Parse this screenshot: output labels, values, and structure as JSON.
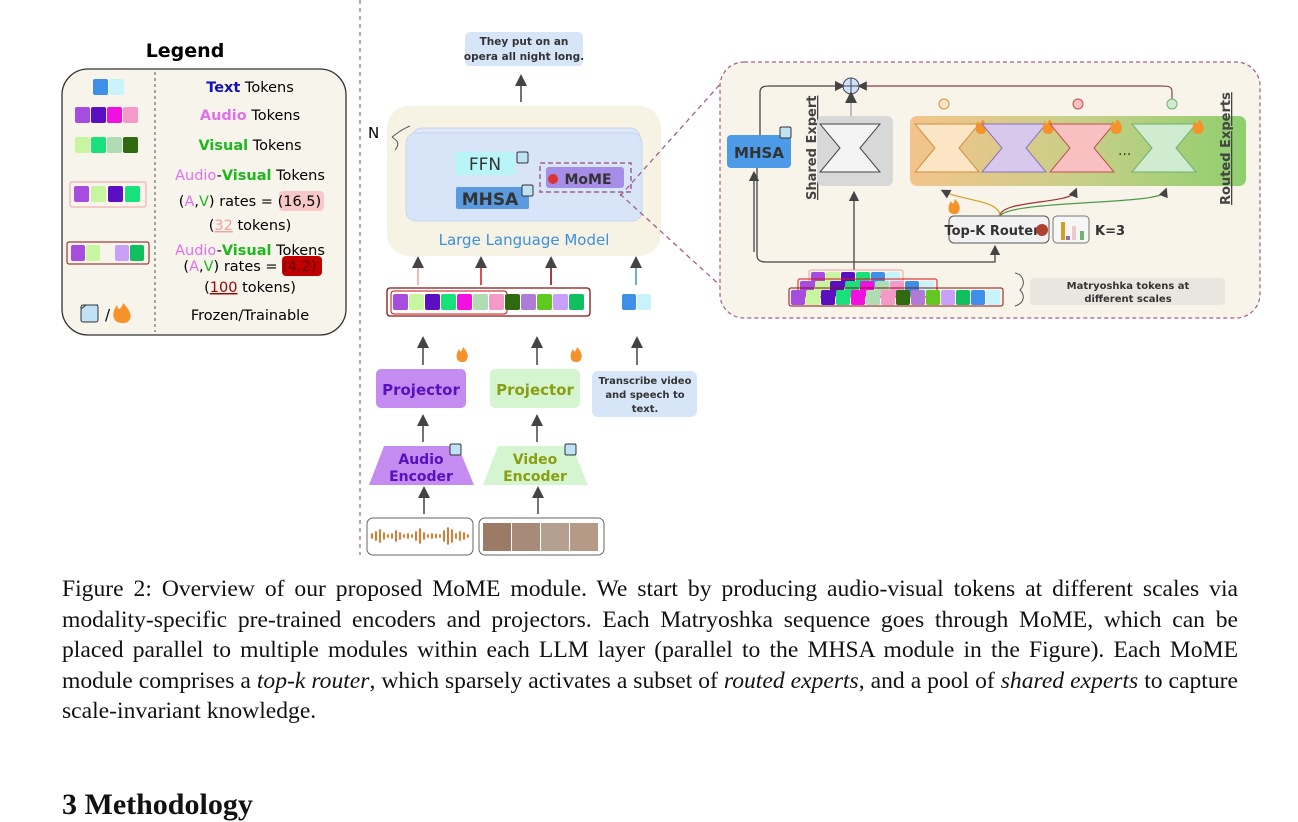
{
  "legend": {
    "title": "Legend",
    "text_tokens": {
      "colored": "Text",
      "rest": " Tokens"
    },
    "audio_tokens": {
      "colored": "Audio",
      "rest": " Tokens"
    },
    "visual_tokens": {
      "colored": "Visual",
      "rest": " Tokens"
    },
    "av_small": {
      "audio": "Audio",
      "dash": "-",
      "visual": "Visual",
      "rest": " Tokens",
      "rates_prefix": "(",
      "a": "A",
      "comma": ",",
      "v": "V",
      "rates_mid": ") rates = ",
      "rates": "(16,5)",
      "count_open": "(",
      "count": "32",
      "count_close": " tokens)"
    },
    "av_large": {
      "audio": "Audio",
      "dash": "-",
      "visual": "Visual",
      "rest": " Tokens",
      "rates_prefix": "(",
      "a": "A",
      "comma": ",",
      "v": "V",
      "rates_mid": ") rates = ",
      "rates": "(4,2)",
      "count_open": "(",
      "count": "100",
      "count_close": " tokens)"
    },
    "frozen_trainable": "Frozen/Trainable",
    "slash": "/"
  },
  "pipeline": {
    "output_text": [
      "They put on an",
      "opera all night long."
    ],
    "n_label": "N",
    "ffn": "FFN",
    "mhsa": "MHSA",
    "mome": "MoME",
    "llm_label": "Large Language Model",
    "audio_projector": "Projector",
    "video_projector": "Projector",
    "prompt_text": [
      "Transcribe video",
      "and speech to",
      "text."
    ],
    "audio_encoder": [
      "Audio",
      "Encoder"
    ],
    "video_encoder": [
      "Video",
      "Encoder"
    ]
  },
  "mome_detail": {
    "mhsa": "MHSA",
    "shared_expert": "Shared Expert",
    "routed_experts": "Routed Experts",
    "router": "Top-K Router",
    "k_label": "K=3",
    "ellipsis": "...",
    "matryoshka": [
      "Matryoshka tokens at",
      "different scales"
    ]
  },
  "colors": {
    "text_tokens": [
      "#3d8fe8",
      "#c9f3fb"
    ],
    "audio_tokens": [
      "#a64de0",
      "#5a10c0",
      "#f010e0",
      "#f59ac8"
    ],
    "visual_tokens": [
      "#c8f5a0",
      "#18e07a",
      "#b0dcb4",
      "#2f6a10"
    ],
    "audio_label": "#e070e8",
    "visual_label": "#1cb81c",
    "text_label": "#1010c0",
    "llm_label": "#3d8fe0"
  },
  "caption": {
    "prefix": "Figure 2: Overview of our proposed MoME module. We start by producing audio-visual tokens at different scales via modality-specific pre-trained encoders and projectors. Each Matryoshka sequence goes through MoME, which can be placed parallel to multiple modules within each LLM layer (parallel to the MHSA module in the Figure). Each MoME module comprises a ",
    "em1": "top-k router",
    "mid1": ", which sparsely activates a subset of ",
    "em2": "routed experts",
    "mid2": ", and a pool of ",
    "em3": "shared experts",
    "suffix": " to capture scale-invariant knowledge."
  },
  "next_heading": "3   Methodology"
}
